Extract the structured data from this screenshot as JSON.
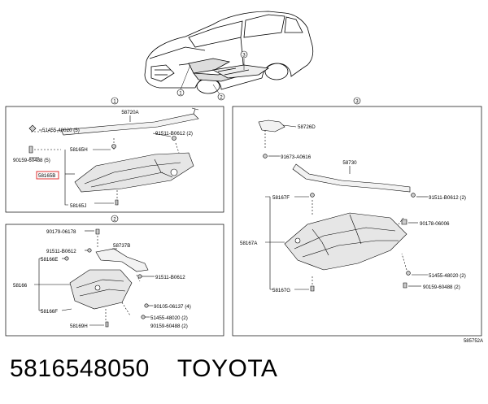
{
  "panels": {
    "p1": {
      "marker": "1"
    },
    "p2": {
      "marker": "2"
    },
    "p3": {
      "marker": "3"
    }
  },
  "car_callouts": [
    "1",
    "2",
    "3"
  ],
  "parts_p1": {
    "l58720A": "58720A",
    "l51455_48020_5": "51455-48020 (5)",
    "l91511_B0612_2": "91511-B0612 (2)",
    "l90159_60488_5": "90159-60488 (5)",
    "l58165H": "58165H",
    "l58165B": "58165B",
    "l58165J": "58165J"
  },
  "parts_p2": {
    "l90179_06178": "90179-06178",
    "l91511_B0612": "91511-B0612",
    "l58737B": "58737B",
    "l58166E": "58166E",
    "l58166": "58166",
    "l91511_B0612b": "91511-B0612",
    "l90105_06137_4": "90105-06137 (4)",
    "l58166F": "58166F",
    "l51455_48020_2": "51455-48020 (2)",
    "l58169H": "58169H",
    "l90159_60488_2": "90159-60488 (2)"
  },
  "parts_p3": {
    "l58726D": "58726D",
    "l91673_A0616": "91673-A0616",
    "l58730": "58730",
    "l58167F": "58167F",
    "l91511_B0612_2": "91511-B0612 (2)",
    "l90178_06006": "90178-06006",
    "l58167A": "58167A",
    "l51455_48020_2": "51455-48020 (2)",
    "l90159_60488_2": "90159-60488 (2)",
    "l58167G": "58167G"
  },
  "figure_code": "585752A",
  "footer": {
    "part_number": "5816548050",
    "brand": "TOYOTA"
  },
  "colors": {
    "line": "#000000",
    "highlight": "#e03030"
  }
}
